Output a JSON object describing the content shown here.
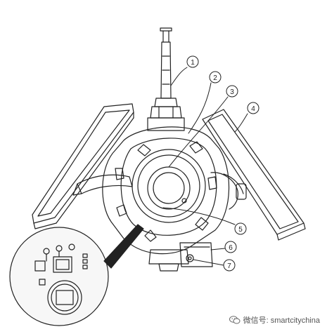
{
  "callouts": [
    {
      "id": "callout-1",
      "label": "1"
    },
    {
      "id": "callout-2",
      "label": "2"
    },
    {
      "id": "callout-3",
      "label": "3"
    },
    {
      "id": "callout-4",
      "label": "4"
    },
    {
      "id": "callout-5",
      "label": "5"
    },
    {
      "id": "callout-6",
      "label": "6"
    },
    {
      "id": "callout-7",
      "label": "7"
    }
  ],
  "watermark": {
    "text": "微信号: smartcitychina",
    "icon": "wechat-icon"
  },
  "colors": {
    "line": "#222222",
    "background": "#ffffff",
    "zoom_bg": "#f7f7f7"
  }
}
